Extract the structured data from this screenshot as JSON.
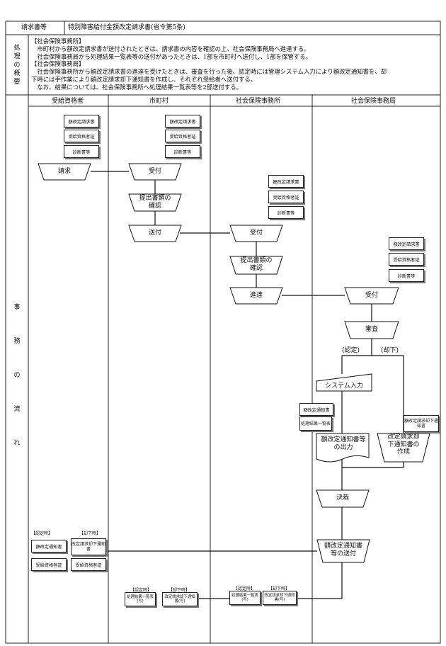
{
  "header": {
    "col1": "請求書等",
    "col2": "特別障害給付金額改定請求書(省令第5条)"
  },
  "overview": {
    "side_label": "処理の概要",
    "lines": [
      "【社会保険事務所】",
      "　市町村から額改定請求書が送付されたときは、請求書の内容を確認の上、社会保険事務局へ進達する。",
      "　社会保険事務局から処理結果一覧表等の送付があったときは、1部を市町村へ送付し、1部を保管する。",
      "【社会保険事務局】",
      "　社会保険事務所から額改定請求書の進達を受けたときは、審査を行った後、認定時には管理システム入力により額改定通知書を、却",
      "下時には手作業により額改定請求却下通知書を作成し、それぞれ受給者へ送付する。",
      "　なお、結果については、社会保険事務所へ処理結果一覧表等を2部送付する。"
    ]
  },
  "flow": {
    "side_label": "事務の流れ",
    "lanes": [
      "受給資格者",
      "市町村",
      "社会保険事務所",
      "社会保険事務局"
    ],
    "docs": {
      "gakukaitei": "額改定請求書",
      "jukyu": "受給資格者証",
      "shindan": "診断書等",
      "kaitei_tsuchi": "額改定通知書",
      "shori_kekka": "処理結果一覧表",
      "kyakka_tsuchi": "額改定請求却下通知書",
      "kaitei_kyakka_tsuchi": "改定請求却下通知書",
      "shori_ichiran_tou": "処理結果一覧表(写)",
      "kyakka_tou": "改定請求却下通知書(写)"
    },
    "steps": {
      "seikyu": "請求",
      "uketsuke1": "受付",
      "kakunin1": "提出書類の確認",
      "soufu1": "送付",
      "uketsuke2": "受付",
      "kakunin2": "提出書類の確認",
      "shintatsu": "進達",
      "uketsuke3": "受付",
      "shinsa": "審査",
      "nintei": "(認定)",
      "kyakka": "(却下)",
      "system": "システム入力",
      "output": "額改定通知書等の出力",
      "create": "改定請求却下通知書の作成",
      "kessai": "決裁",
      "soufu_final": "額改定通知書等の送付"
    },
    "tags": {
      "nintei_ji": "【認定時】",
      "kyakka_ji": "【却下時】"
    }
  }
}
